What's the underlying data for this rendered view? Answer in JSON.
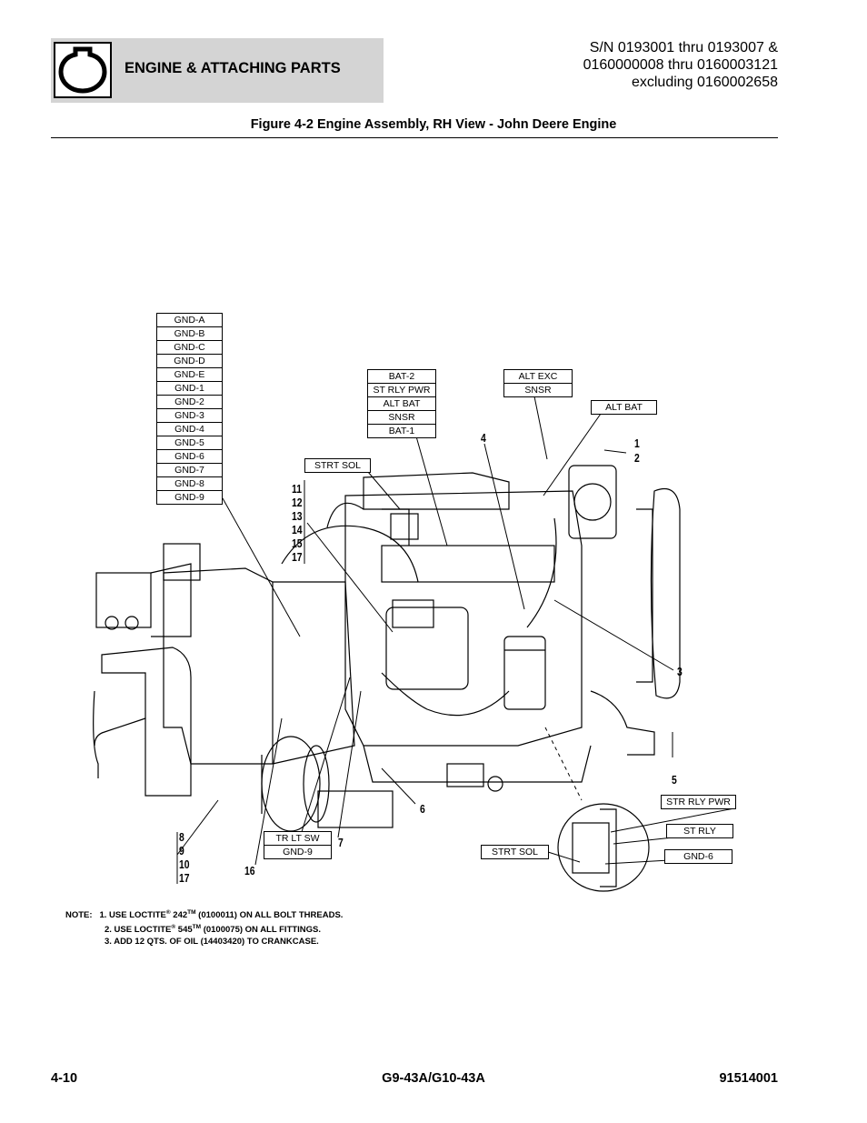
{
  "header": {
    "section_title": "ENGINE & ATTACHING PARTS",
    "serial_lines": [
      "S/N 0193001 thru 0193007 &",
      "0160000008 thru 0160003121",
      "excluding 0160002658"
    ]
  },
  "figure_title": "Figure 4-2 Engine Assembly, RH View - John Deere Engine",
  "labels": {
    "gnd_stack": [
      "GND-A",
      "GND-B",
      "GND-C",
      "GND-D",
      "GND-E",
      "GND-1",
      "GND-2",
      "GND-3",
      "GND-4",
      "GND-5",
      "GND-6",
      "GND-7",
      "GND-8",
      "GND-9"
    ],
    "bat_stack": [
      "BAT-2",
      "ST RLY PWR",
      "ALT BAT",
      "SNSR",
      "BAT-1"
    ],
    "alt_exc_stack": [
      "ALT EXC",
      "SNSR"
    ],
    "alt_bat": "ALT BAT",
    "strt_sol_top": "STRT SOL",
    "tr_lt_stack": [
      "TR LT SW",
      "GND-9"
    ],
    "str_rly_pwr": "STR RLY PWR",
    "st_rly": "ST RLY",
    "strt_sol_bottom": "STRT SOL",
    "gnd_6": "GND-6"
  },
  "callouts": {
    "c1": "1",
    "c2": "2",
    "c3": "3",
    "c4": "4",
    "c5": "5",
    "c6": "6",
    "c7": "7",
    "c16": "16",
    "group_11": [
      "11",
      "12",
      "13",
      "14",
      "15",
      "17"
    ],
    "group_8": [
      "8",
      "9",
      "10",
      "17"
    ]
  },
  "notes": {
    "prefix": "NOTE:",
    "n1_a": "1. USE LOCTITE",
    "n1_reg": "®",
    "n1_num": " 242",
    "n1_tm": "TM",
    "n1_b": " (0100011) ON ALL BOLT THREADS.",
    "n2_a": "2. USE LOCTITE",
    "n2_reg": "®",
    "n2_num": " 545",
    "n2_tm": "TM",
    "n2_b": " (0100075) ON ALL FITTINGS.",
    "n3": "3. ADD 12 QTS. OF OIL (14403420) TO CRANKCASE."
  },
  "footer": {
    "page_number": "4-10",
    "model": "G9-43A/G10-43A",
    "doc_number": "91514001"
  }
}
